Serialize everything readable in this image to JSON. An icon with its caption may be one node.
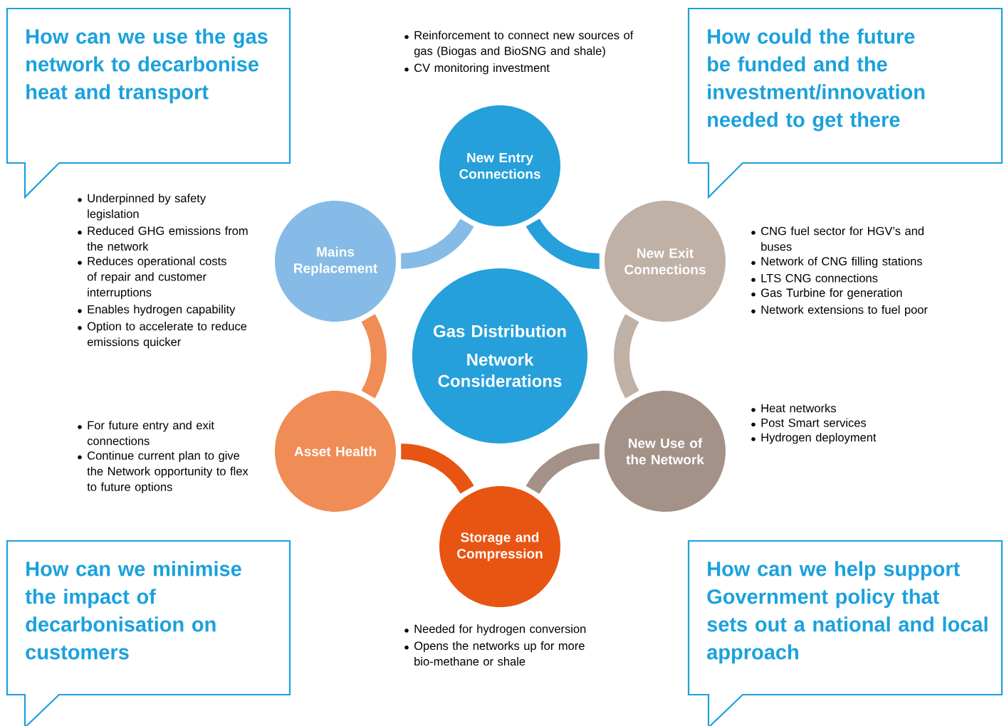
{
  "diagram": {
    "nodes": [
      {
        "text": [
          "How can we use the gas network to decarbonise heat and transport"
        ]
      },
      {
        "text": [
          "How could the future be funded and the investment/innovation needed to get there"
        ]
      },
      {
        "text": [
          "New Entry Connections"
        ],
        "beside": [
          "Reinforcement to connect new sources of gas (Biogas and BioSNG and shale)",
          "CV monitoring investment"
        ]
      },
      {
        "text": [
          "Mains Replacement"
        ],
        "beside": [
          "Underpinned by safety legislation",
          "Reduced GHG emissions from the network",
          "Reduces operational costs of repair and customer interruptions",
          "Enables hydrogen capability",
          "Option to accelerate to reduce emissions quicker"
        ]
      },
      {
        "text": [
          "New Exit Connections"
        ],
        "beside": [
          "CNG fuel sector for HGV’s and buses",
          "Network of CNG filling stations",
          "LTS CNG connections",
          "Gas Turbine for generation",
          "Network extensions to fuel poor"
        ]
      },
      {
        "text": [
          "Gas Distribution",
          "Network Considerations"
        ]
      },
      {
        "text": [
          "Asset Health"
        ],
        "beside": [
          "For future entry and exit connections",
          "Continue current plan to give the Network opportunity to flex to future options"
        ]
      },
      {
        "text": [
          "New Use of the Network"
        ],
        "beside": [
          "Heat networks",
          "Post Smart services",
          "Hydrogen deployment"
        ]
      },
      {
        "text": [
          "Storage and Compression"
        ],
        "beside": [
          "Needed for hydrogen conversion",
          "Opens the networks up for more bio-methane or shale"
        ]
      },
      {
        "text": [
          "How can we minimise the impact of decarbonisation on customers"
        ]
      },
      {
        "text": [
          "How can we help support Government policy that sets out a national and local approach"
        ]
      }
    ],
    "edges": [
      {
        "from": 3,
        "to": 2,
        "arrow": "none",
        "color": "#85bbe6"
      },
      {
        "from": 2,
        "to": 4,
        "arrow": "none",
        "color": "#25a0da"
      },
      {
        "from": 4,
        "to": 7,
        "arrow": "none",
        "color": "#c0b1a7"
      },
      {
        "from": 7,
        "to": 8,
        "arrow": "none",
        "color": "#a49187"
      },
      {
        "from": 8,
        "to": 6,
        "arrow": "none",
        "color": "#e85412"
      },
      {
        "from": 6,
        "to": 3,
        "arrow": "none",
        "color": "#f08c55"
      }
    ]
  }
}
